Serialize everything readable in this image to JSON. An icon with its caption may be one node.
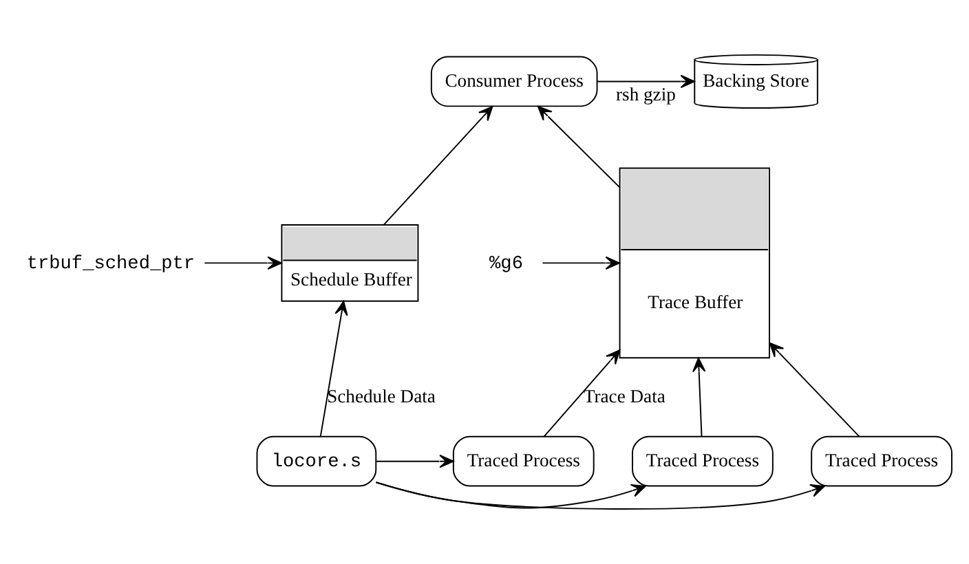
{
  "diagram": {
    "nodes": [
      {
        "text": [
          "Trace Buffer"
        ]
      },
      {
        "text": [
          "Consumer Process"
        ]
      },
      {
        "text": [
          "Backing Store"
        ]
      },
      {
        "text": [
          "Schedule Buffer"
        ]
      },
      {
        "text": [
          "Traced Process"
        ]
      },
      {
        "text": [
          "Traced Process"
        ]
      },
      {
        "text": [
          "Traced Process"
        ]
      },
      {
        "text": [
          "locore.s"
        ]
      },
      {
        "text": [
          "%g6"
        ]
      },
      {
        "text": [
          "trbuf_sched_ptr"
        ]
      }
    ],
    "edges": [
      {
        "from": 0,
        "to": 1,
        "arrow": "to"
      },
      {
        "from": 1,
        "to": 2,
        "arrow": "to",
        "label": "rsh gzip"
      },
      {
        "from": 3,
        "to": 1,
        "arrow": "to"
      },
      {
        "from": 4,
        "to": 0,
        "arrow": "to"
      },
      {
        "from": 5,
        "to": 0,
        "arrow": "to"
      },
      {
        "from": 6,
        "to": 0,
        "arrow": "to",
        "label": "Trace Data"
      },
      {
        "from": 7,
        "to": 3,
        "arrow": "to",
        "label": "Schedule Data"
      },
      {
        "from": 7,
        "to": 4,
        "arrow": "to"
      },
      {
        "from": 7,
        "to": 5,
        "arrow": "to"
      },
      {
        "from": 7,
        "to": 6,
        "arrow": "to"
      },
      {
        "from": 8,
        "to": 0,
        "arrow": "to"
      },
      {
        "from": 9,
        "to": 3,
        "arrow": "to"
      }
    ]
  }
}
